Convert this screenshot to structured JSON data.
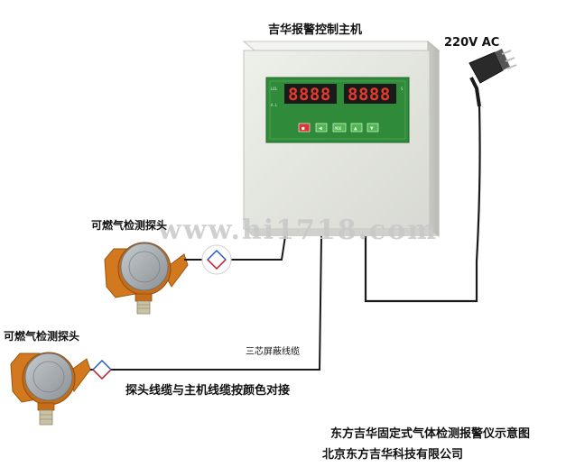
{
  "diagram": {
    "title": "吉华报警控制主机",
    "power_label": "220V AC",
    "probe_label_1": "可燃气检测探头",
    "probe_label_2": "可燃气检测探头",
    "cable_label": "三芯屏蔽线缆",
    "wiring_note": "探头线缆与主机线缆按颜色对接",
    "caption": "东方吉华固定式气体检测报警仪示意图",
    "company": "北京东方吉华科技有限公司",
    "watermark": "www.hi1718.com",
    "panel": {
      "display_left": "8888",
      "display_right": "8888",
      "display_color": "#e63a2e",
      "panel_green": "#2f8a3a",
      "buttons": [
        "red",
        "green",
        "green",
        "green",
        "green"
      ]
    },
    "colors": {
      "enclosure": "#e3e5df",
      "probe_body": "#d2781e",
      "probe_lid": "#9aa0a5",
      "wire": "#1a1a1a"
    }
  }
}
